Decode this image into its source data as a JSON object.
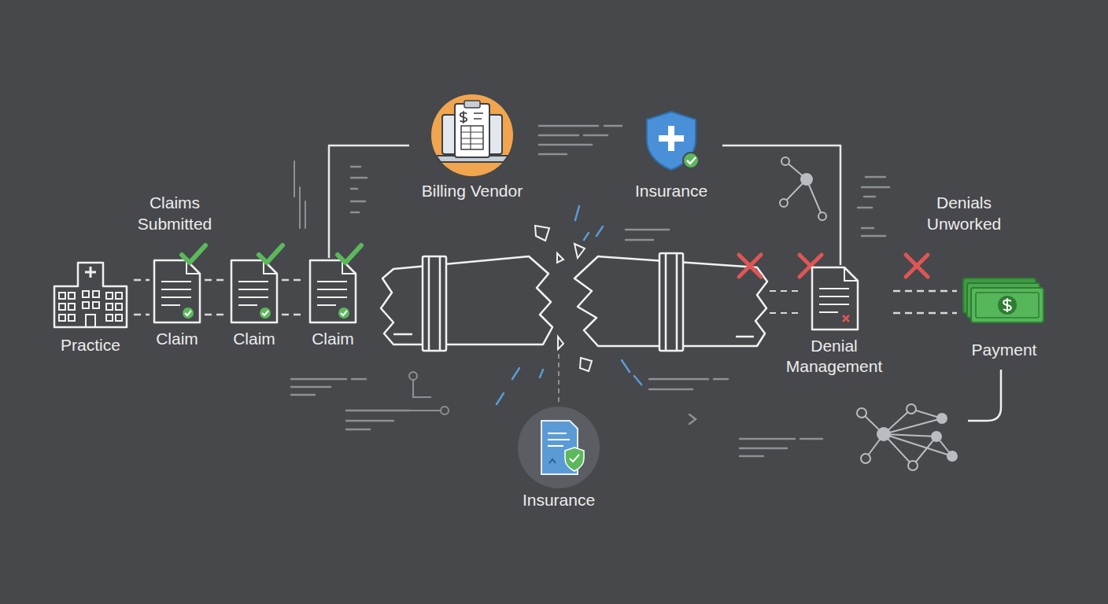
{
  "diagram": {
    "nodes": [
      {
        "text": [
          "Practice"
        ]
      },
      {
        "text": [
          "Claim"
        ]
      },
      {
        "text": [
          "Claim"
        ]
      },
      {
        "text": [
          "Claim"
        ]
      },
      {
        "text": [
          "Billing Vendor"
        ]
      },
      {
        "text": [
          "Insurance"
        ]
      },
      {
        "text": [
          "Denial Management"
        ]
      },
      {
        "text": [
          "Payment"
        ]
      },
      {
        "text": [
          "Insurance"
        ]
      }
    ],
    "edges": [
      {
        "from": 0,
        "to": 1,
        "arrow": "none"
      },
      {
        "from": 1,
        "to": 2,
        "arrow": "none"
      },
      {
        "from": 2,
        "to": 3,
        "arrow": "none"
      },
      {
        "from": 3,
        "to": 4,
        "arrow": "none"
      },
      {
        "from": 5,
        "to": 6,
        "arrow": "none"
      },
      {
        "from": 6,
        "to": 7,
        "arrow": "none"
      }
    ],
    "labels": [
      "Claims Submitted",
      "Denials Unworked"
    ]
  }
}
